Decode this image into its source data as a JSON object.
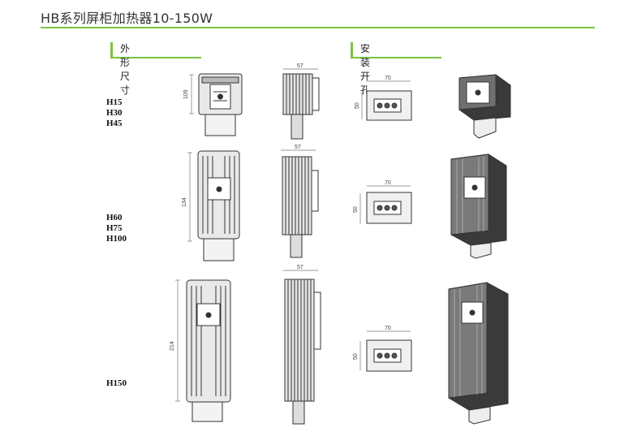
{
  "page": {
    "title": "HB系列屏柜加热器10-150W"
  },
  "sections": {
    "dimensions": "外形尺寸",
    "mounting": "安装开孔"
  },
  "groups": [
    {
      "models": [
        "H15",
        "H30",
        "H45"
      ],
      "height_dim": "109",
      "depth_dim": "57",
      "hole_width": "70",
      "hole_height": "50"
    },
    {
      "models": [
        "H60",
        "H75",
        "H100"
      ],
      "height_dim": "134",
      "depth_dim": "57",
      "hole_width": "70",
      "hole_height": "50"
    },
    {
      "models": [
        "H150"
      ],
      "height_dim": "214",
      "depth_dim": "57",
      "hole_width": "70",
      "hole_height": "50"
    }
  ],
  "colors": {
    "accent": "#7cc242",
    "line": "#333333",
    "body_fill": "#d9d9d9"
  }
}
